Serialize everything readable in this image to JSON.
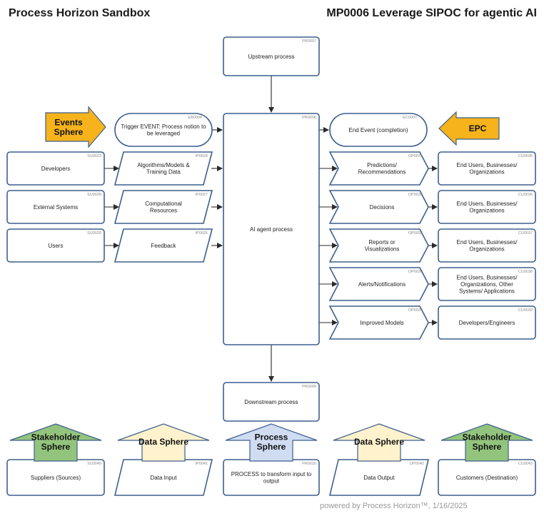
{
  "header": {
    "left_title": "Process Horizon Sandbox",
    "right_title": "MP0006 Leverage SIPOC for agentic AI"
  },
  "footer": "powered by Process Horizon™, 1/16/2025",
  "colors": {
    "box_stroke": "#3d5f8e",
    "orange_fill": "#f6b31b",
    "orange_stroke": "#3d5f8e",
    "stakeholder_fill": "#93c47d",
    "data_fill": "#fff2cc",
    "process_fill": "#cfdcf2"
  },
  "nodes": {
    "upstream": {
      "id": "PR0007",
      "label": "Upstream process"
    },
    "agent": {
      "id": "PR0008",
      "label": "AI agent process"
    },
    "downstream": {
      "id": "PR0009",
      "label": "Downstream process"
    },
    "trigger": {
      "id": "EB0004",
      "label": "Trigger EVENT: Process notion to be leveraged"
    },
    "end_event": {
      "id": "EC0007",
      "label": "End Event (completion)"
    },
    "suppliers": [
      {
        "id": "SU0023",
        "label": "Developers"
      },
      {
        "id": "SU0028",
        "label": "External Systems"
      },
      {
        "id": "SU0029",
        "label": "Users"
      }
    ],
    "inputs": [
      {
        "id": "IP0024",
        "label": "Algorithms/Models & Training Data"
      },
      {
        "id": "IP0027",
        "label": "Computational Resources"
      },
      {
        "id": "IP0025",
        "label": "Feedback"
      }
    ],
    "outputs": [
      {
        "id": "OP0031",
        "label": "Predictions/ Recommendations"
      },
      {
        "id": "OP0032",
        "label": "Decisions"
      },
      {
        "id": "OP0033",
        "label": "Reports or Visualizations"
      },
      {
        "id": "OP0030",
        "label": "Alerts/Notifications"
      },
      {
        "id": "OP0034",
        "label": "Improved Models"
      }
    ],
    "customers": [
      {
        "id": "CU0035",
        "label": "End Users, Businesses/ Organizations"
      },
      {
        "id": "CU0036",
        "label": "End Users, Businesses/ Organizations"
      },
      {
        "id": "CU0037",
        "label": "End Users, Businesses/ Organizations"
      },
      {
        "id": "CU0038",
        "label": "End Users, Businesses/ Organizations, Other Systems/ Applications"
      },
      {
        "id": "CU0039",
        "label": "Developers/Engineers"
      }
    ]
  },
  "legend_row": {
    "suppliers": {
      "id": "SU0040",
      "label": "Suppliers (Sources)"
    },
    "data_input": {
      "id": "IP0041",
      "label": "Data Input"
    },
    "process": {
      "id": "PR0016",
      "label": "PROCESS to transform input to output"
    },
    "data_output": {
      "id": "OP0042",
      "label": "Data Output"
    },
    "customers": {
      "id": "CU0043",
      "label": "Customers (Destination)"
    }
  },
  "callouts": {
    "events_sphere": "Events Sphere",
    "epc": "EPC"
  },
  "spheres": [
    {
      "label": "Stakeholder Sphere",
      "kind": "stakeholder"
    },
    {
      "label": "Data Sphere",
      "kind": "data"
    },
    {
      "label": "Process Sphere",
      "kind": "process"
    },
    {
      "label": "Data Sphere",
      "kind": "data"
    },
    {
      "label": "Stakeholder Sphere",
      "kind": "stakeholder"
    }
  ]
}
